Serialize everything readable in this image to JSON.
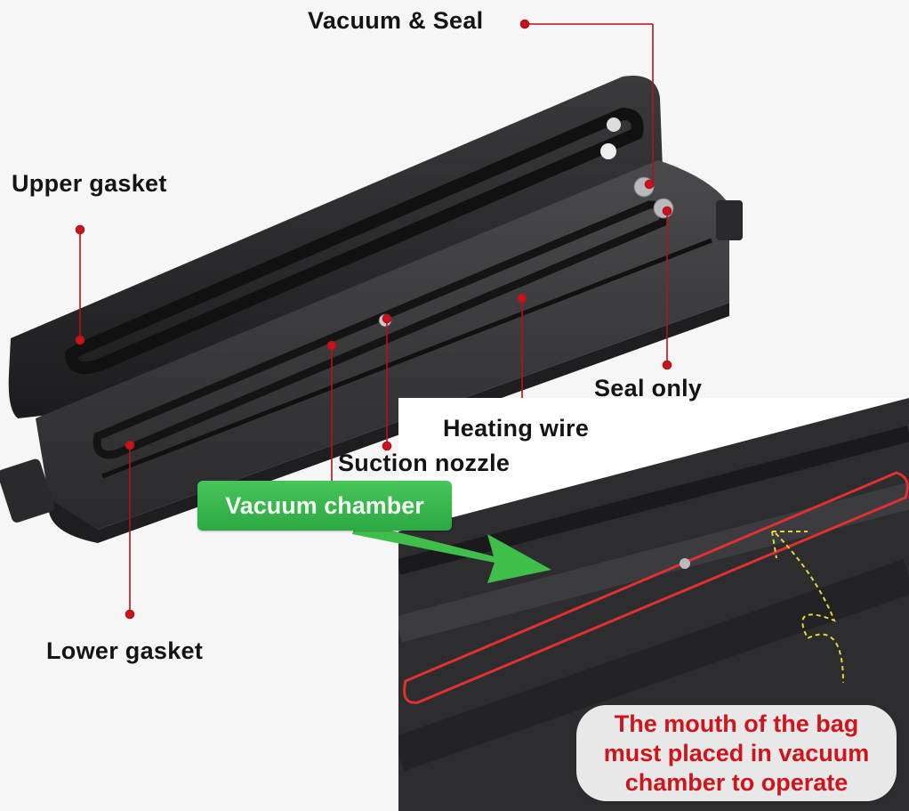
{
  "figure": {
    "subject": "Vacuum sealer anatomy",
    "labels": {
      "vacuum_seal": "Vacuum & Seal",
      "upper_gasket": "Upper gasket",
      "seal_only": "Seal only",
      "heating_wire": "Heating wire",
      "suction_nozzle": "Suction nozzle",
      "vacuum_chamber": "Vacuum chamber",
      "lower_gasket": "Lower gasket"
    },
    "note": {
      "line1": "The mouth of the bag",
      "line2": "must placed in vacuum",
      "line3": "chamber to operate"
    },
    "colors": {
      "leader_line": "#b0141c",
      "leader_dot": "#d0101a",
      "callout_green": "#36b24b",
      "note_text": "#d0141c",
      "note_bg": "#e8e8e8",
      "chamber_outline": "#e03030",
      "bag_outline": "#e6d63a",
      "device_body": "#2e2e30"
    }
  }
}
